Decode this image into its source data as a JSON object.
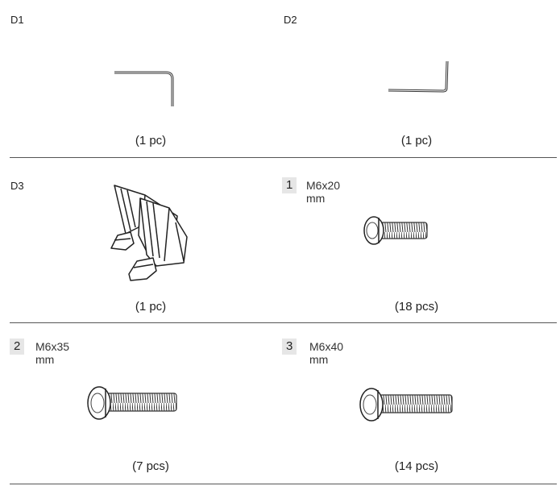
{
  "parts": {
    "d1": {
      "label": "D1",
      "qty": "(1 pc)",
      "icon": "allen-key-icon"
    },
    "d2": {
      "label": "D2",
      "qty": "(1 pc)",
      "icon": "allen-key-icon"
    },
    "d3": {
      "label": "D3",
      "qty": "(1 pc)",
      "icon": "furniture-leveling-pads-icon"
    },
    "p1": {
      "number": "1",
      "size": "M6x20 mm",
      "qty": "(18 pcs)",
      "icon": "bolt-icon"
    },
    "p2": {
      "number": "2",
      "size": "M6x35 mm",
      "qty": "(7 pcs)",
      "icon": "bolt-icon"
    },
    "p3": {
      "number": "3",
      "size": "M6x40 mm",
      "qty": "(14 pcs)",
      "icon": "bolt-icon"
    }
  },
  "colors": {
    "rule": "#555555",
    "number_box": "#e6e6e6"
  }
}
